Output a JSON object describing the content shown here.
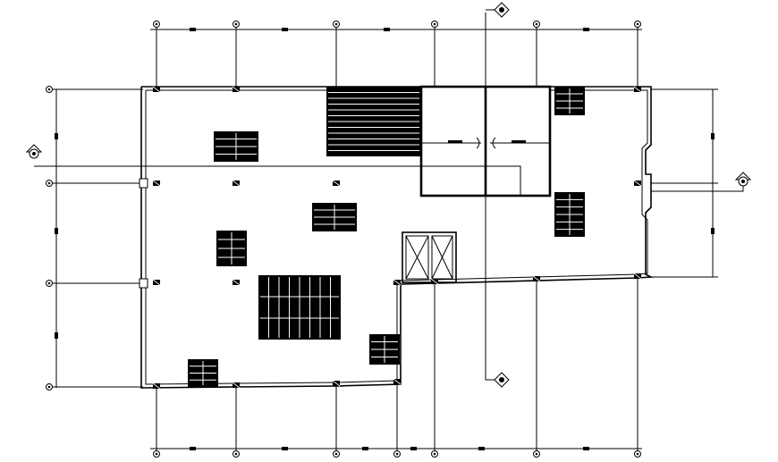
{
  "drawing": {
    "type": "floor-plan",
    "background": "#ffffff",
    "line_color": "#000000",
    "grid_top_count": 6,
    "grid_left_count": 4,
    "section_markers": [
      "top",
      "bottom",
      "left",
      "right"
    ],
    "column_count": 20,
    "furniture_blocks": 10,
    "lift_panels": 2
  }
}
